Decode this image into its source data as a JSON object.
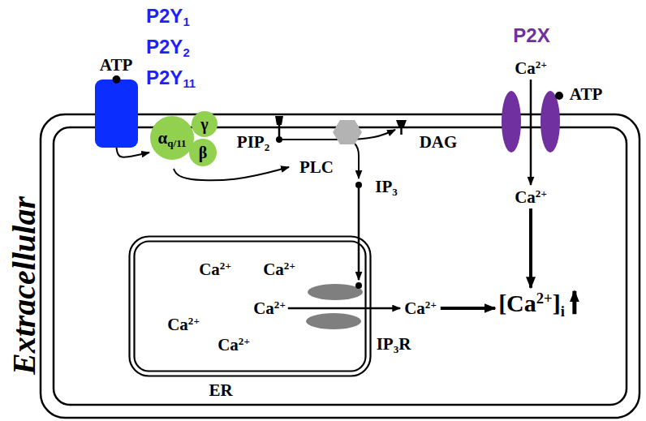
{
  "diagram": {
    "nodes": [
      {
        "text": [
          "P2Y1",
          "P2Y2",
          "P2Y11"
        ]
      },
      {
        "text": [
          "αq/11",
          "γ",
          "β"
        ]
      },
      {
        "text": [
          "PLC"
        ]
      },
      {
        "text": [
          "P2X"
        ]
      },
      {
        "text": [
          "Ca2+",
          "Ca2+",
          "Ca2+",
          "Ca2+",
          "Ca2+",
          "ER"
        ]
      },
      {
        "text": [
          "IP3R"
        ]
      }
    ],
    "edges": [
      {
        "from": 0,
        "to": 1,
        "arrow": "to"
      },
      {
        "from": 1,
        "to": 2,
        "arrow": "to"
      }
    ],
    "labels": [
      "ATP",
      "Ca2+",
      "ATP",
      "PIP2",
      "DAG",
      "IP3",
      "Ca2+",
      "[Ca2+]i",
      "Ca2+",
      "Extracellular"
    ]
  }
}
